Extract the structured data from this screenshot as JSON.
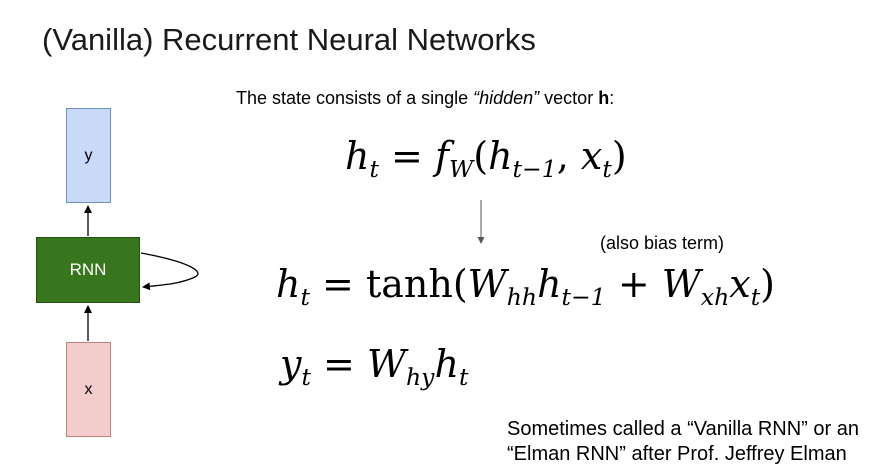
{
  "title": "(Vanilla) Recurrent Neural Networks",
  "description": {
    "prefix": "The state consists of a single ",
    "emphasis": "“hidden”",
    "middle": " vector ",
    "bold": "h",
    "suffix": ":"
  },
  "diagram": {
    "output_label": "y",
    "cell_label": "RNN",
    "input_label": "x",
    "colors": {
      "output_box": "#c9daf8",
      "cell_box": "#38761d",
      "input_box": "#f4cccc"
    }
  },
  "equations": {
    "eq1": "h_t = f_W(h_{t-1}, x_t)",
    "eq2": "h_t = tanh(W_hh h_{t-1} + W_xh x_t)",
    "eq3": "y_t = W_hy h_t",
    "eq2_tanh": "tanh"
  },
  "bias_note": "(also bias term)",
  "footnote": {
    "line1": "Sometimes called a “Vanilla RNN” or an",
    "line2": "“Elman RNN” after Prof. Jeffrey Elman"
  }
}
